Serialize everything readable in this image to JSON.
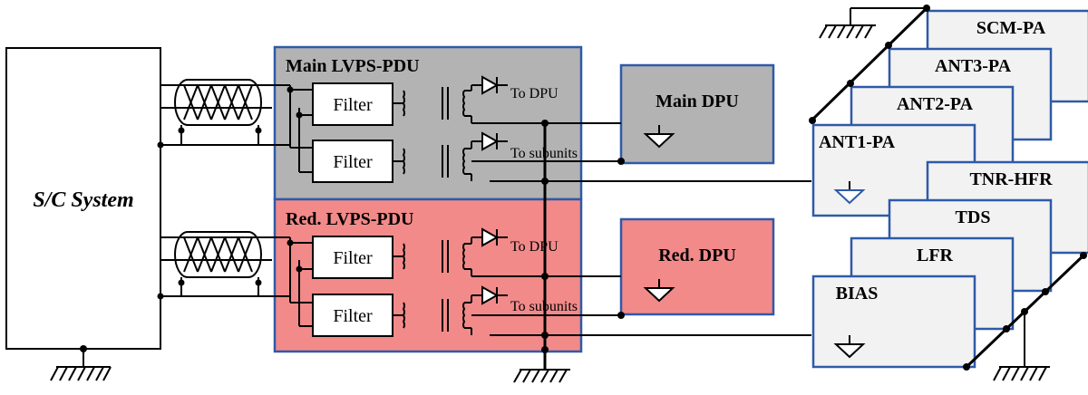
{
  "system": {
    "label": "S/C System"
  },
  "pdu": {
    "main": {
      "label": "Main LVPS-PDU",
      "fill": "#b3b3b3"
    },
    "red": {
      "label": "Red. LVPS-PDU",
      "fill": "#f28a8a"
    }
  },
  "filters": {
    "label": "Filter"
  },
  "outputs": {
    "to_dpu": "To DPU",
    "to_subunits": "To subunits"
  },
  "dpu": {
    "main": {
      "label": "Main DPU",
      "fill": "#b3b3b3"
    },
    "red": {
      "label": "Red. DPU",
      "fill": "#f28a8a"
    }
  },
  "subunits_upper": [
    "SCM-PA",
    "ANT3-PA",
    "ANT2-PA",
    "ANT1-PA"
  ],
  "subunits_lower": [
    "TNR-HFR",
    "TDS",
    "LFR",
    "BIAS"
  ],
  "colors": {
    "box_border": "#2e5aa8",
    "subunit_fill": "#f2f2f2",
    "wire": "#000000"
  }
}
